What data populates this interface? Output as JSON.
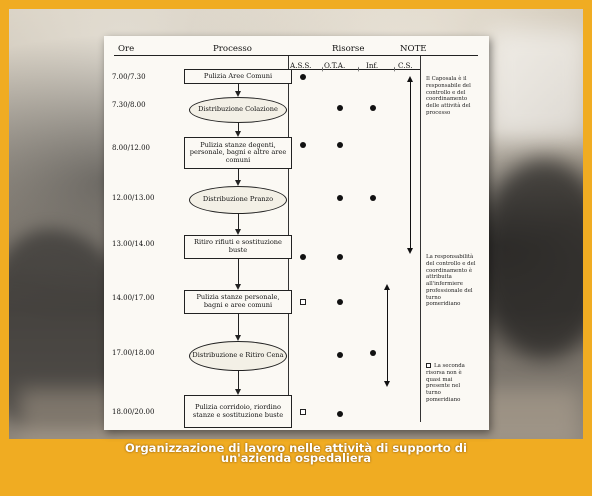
{
  "headers": {
    "ore": "Ore",
    "processo": "Processo",
    "risorse": "Risorse",
    "note": "NOTE"
  },
  "columns": {
    "ass": "A.S.S.",
    "ota": "O.T.A.",
    "inf": "Inf.",
    "cs": "C.S."
  },
  "rows": [
    {
      "time": "7.00/7.30",
      "label": "Pulizia Aree Comuni"
    },
    {
      "time": "7.30/8.00",
      "label": "Distribuzione Colazione"
    },
    {
      "time": "8.00/12.00",
      "label": "Pulizia stanze degenti, personale, bagni e altre aree comuni"
    },
    {
      "time": "12.00/13.00",
      "label": "Distribuzione Pranzo"
    },
    {
      "time": "13.00/14.00",
      "label": "Ritiro rifiuti e sostituzione buste"
    },
    {
      "time": "14.00/17.00",
      "label": "Pulizia stanze personale, bagni e aree comuni"
    },
    {
      "time": "17.00/18.00",
      "label": "Distribuzione e Ritiro Cena"
    },
    {
      "time": "18.00/20.00",
      "label": "Pulizia corridoio, riordino stanze e sostituzione buste"
    }
  ],
  "notes": [
    "Il Caposala è il responsabile del controllo e del coordinamento delle attività del processo",
    "La responsabilità del controllo e del coordinamento è attribuita all'infermiere professionale del turno pomeridiano",
    "La seconda risorsa non è quasi mai presente nel turno pomeridiano"
  ],
  "caption": {
    "line1": "Organizzazione di lavoro nelle attività di supporto di",
    "line2": "un'azienda ospedaliera"
  }
}
